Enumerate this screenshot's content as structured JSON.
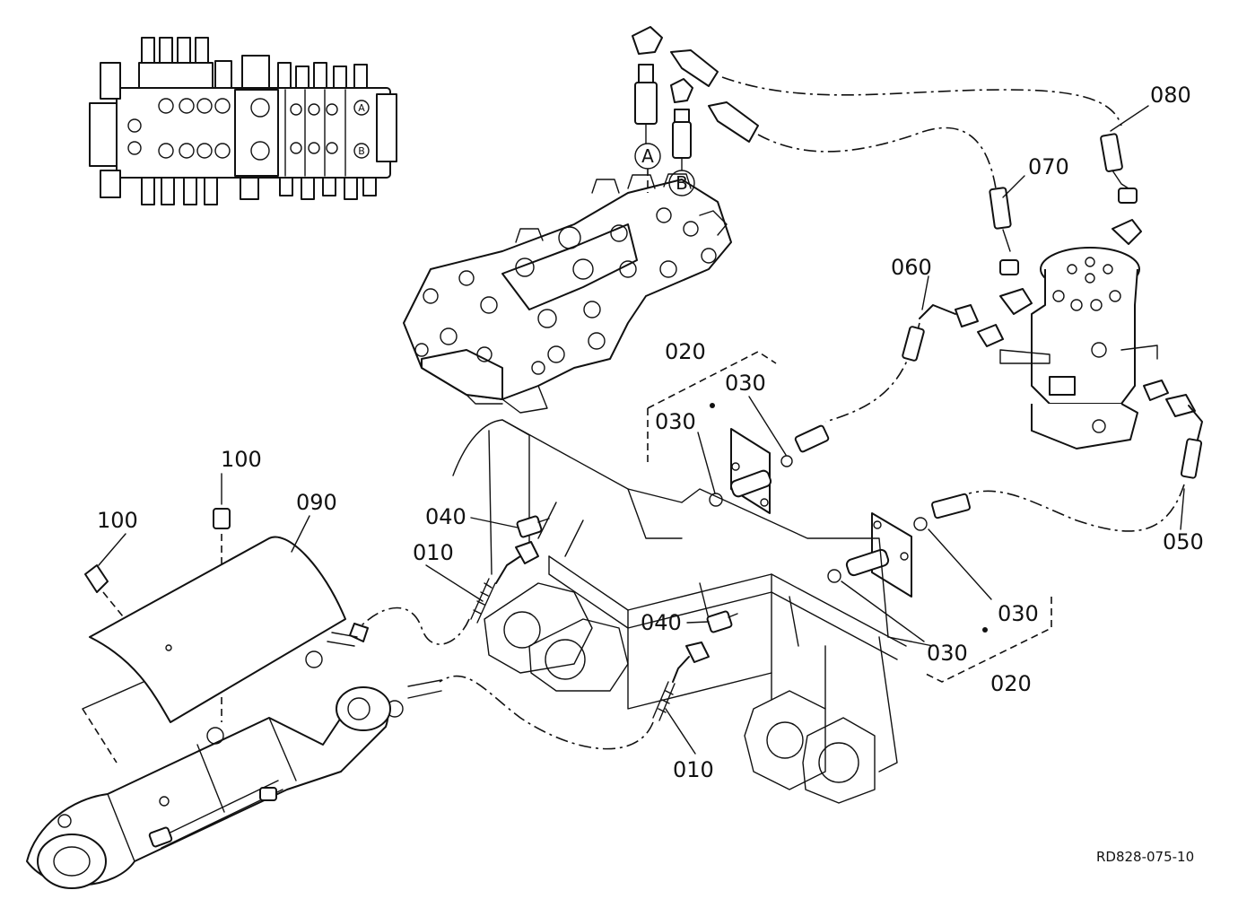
{
  "diagram": {
    "port_labels": {
      "a": "A",
      "b": "B"
    },
    "inset_port_labels": {
      "a": "A",
      "b": "B"
    },
    "callouts": {
      "c080": "080",
      "c070": "070",
      "c060": "060",
      "c020_top": "020",
      "c030_top_left": "030",
      "c030_top_right": "030",
      "c100_top": "100",
      "c100_left": "100",
      "c090": "090",
      "c040_top": "040",
      "c010_top": "010",
      "c040_mid": "040",
      "c050": "050",
      "c030_mid_right": "030",
      "c030_bottom": "030",
      "c020_bottom": "020",
      "c010_bottom": "010"
    },
    "reference_code": "RD828-075-10"
  }
}
